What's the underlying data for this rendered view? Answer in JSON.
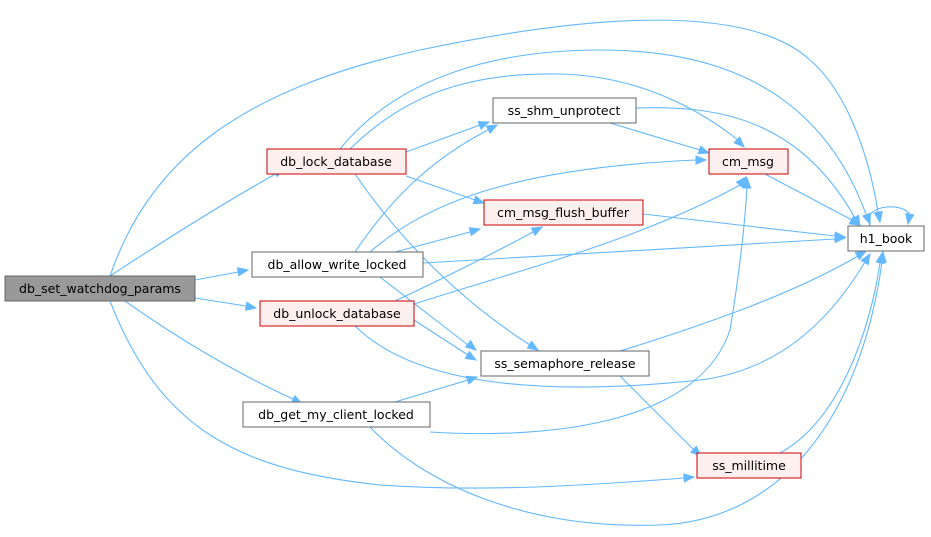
{
  "colors": {
    "edge": "#63b8ff",
    "root_fill": "#999999",
    "root_border": "#666666",
    "plain_fill": "#ffffff",
    "plain_border": "#666666",
    "highlight_fill": "#fff0f0",
    "highlight_border": "#cc0000"
  },
  "nodes": {
    "root": {
      "label": "db_set_watchdog_params",
      "style": "root"
    },
    "lock": {
      "label": "db_lock_database",
      "style": "highlight"
    },
    "allow": {
      "label": "db_allow_write_locked",
      "style": "plain"
    },
    "unlock": {
      "label": "db_unlock_database",
      "style": "highlight"
    },
    "getmy": {
      "label": "db_get_my_client_locked",
      "style": "plain"
    },
    "shm": {
      "label": "ss_shm_unprotect",
      "style": "plain"
    },
    "flush": {
      "label": "cm_msg_flush_buffer",
      "style": "highlight"
    },
    "sem": {
      "label": "ss_semaphore_release",
      "style": "plain"
    },
    "cmmsg": {
      "label": "cm_msg",
      "style": "highlight"
    },
    "milli": {
      "label": "ss_millitime",
      "style": "highlight"
    },
    "h1": {
      "label": "h1_book",
      "style": "plain"
    }
  },
  "edges": [
    [
      "root",
      "lock"
    ],
    [
      "root",
      "allow"
    ],
    [
      "root",
      "unlock"
    ],
    [
      "root",
      "getmy"
    ],
    [
      "root",
      "milli"
    ],
    [
      "root",
      "h1"
    ],
    [
      "lock",
      "shm"
    ],
    [
      "lock",
      "flush"
    ],
    [
      "lock",
      "sem"
    ],
    [
      "lock",
      "cmmsg"
    ],
    [
      "lock",
      "h1"
    ],
    [
      "allow",
      "shm"
    ],
    [
      "allow",
      "flush"
    ],
    [
      "allow",
      "sem"
    ],
    [
      "allow",
      "cmmsg"
    ],
    [
      "allow",
      "h1"
    ],
    [
      "unlock",
      "flush"
    ],
    [
      "unlock",
      "sem"
    ],
    [
      "unlock",
      "cmmsg"
    ],
    [
      "unlock",
      "h1"
    ],
    [
      "getmy",
      "sem"
    ],
    [
      "getmy",
      "cmmsg"
    ],
    [
      "getmy",
      "h1"
    ],
    [
      "shm",
      "cmmsg"
    ],
    [
      "shm",
      "h1"
    ],
    [
      "flush",
      "h1"
    ],
    [
      "sem",
      "milli"
    ],
    [
      "sem",
      "h1"
    ],
    [
      "cmmsg",
      "h1"
    ],
    [
      "milli",
      "h1"
    ],
    [
      "h1",
      "h1"
    ]
  ]
}
